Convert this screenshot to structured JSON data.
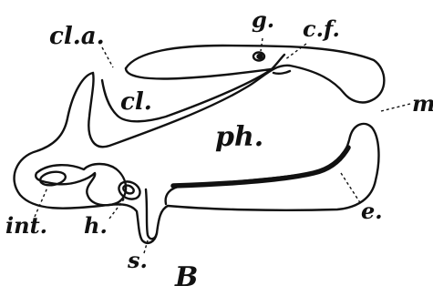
{
  "figure": {
    "panel_letter": "B",
    "labels": {
      "cla": "cl.a.",
      "cl": "cl.",
      "g": "g.",
      "cf": "c.f.",
      "m": "m",
      "ph": "ph.",
      "int": "int.",
      "h": "h.",
      "s": "s.",
      "e": "e."
    }
  },
  "colors": {
    "ink": "#111111",
    "paper": "#ffffff"
  }
}
